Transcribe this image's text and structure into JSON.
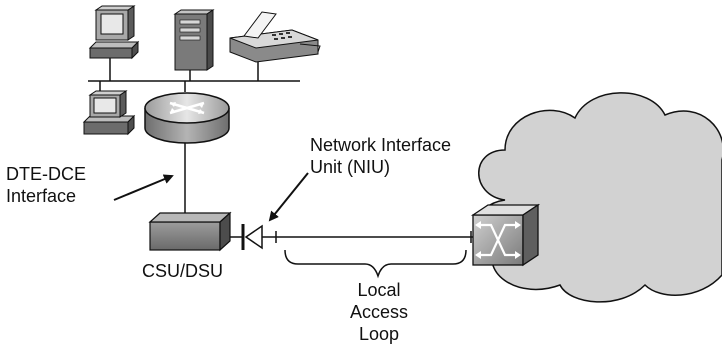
{
  "labels": {
    "dte_dce_interface": [
      "DTE-DCE",
      "Interface"
    ],
    "niu": [
      "Network Interface",
      "Unit (NIU)"
    ],
    "csu_dsu": "CSU/DSU",
    "local_access_loop": [
      "Local",
      "Access",
      "Loop"
    ]
  },
  "icons": {
    "workstation": "workstation-icon",
    "server": "server-tower-icon",
    "fax": "fax-machine-icon",
    "router": "router-icon",
    "csu_dsu": "csu-dsu-icon",
    "niu": "niu-diode-icon",
    "switch": "wan-switch-icon",
    "cloud": "wan-cloud-icon"
  },
  "colors": {
    "stroke": "#111111",
    "device_dark": "#555555",
    "device_mid": "#8f8f8f",
    "device_light": "#c8c8c8",
    "cloud": "#d4d4d4"
  }
}
